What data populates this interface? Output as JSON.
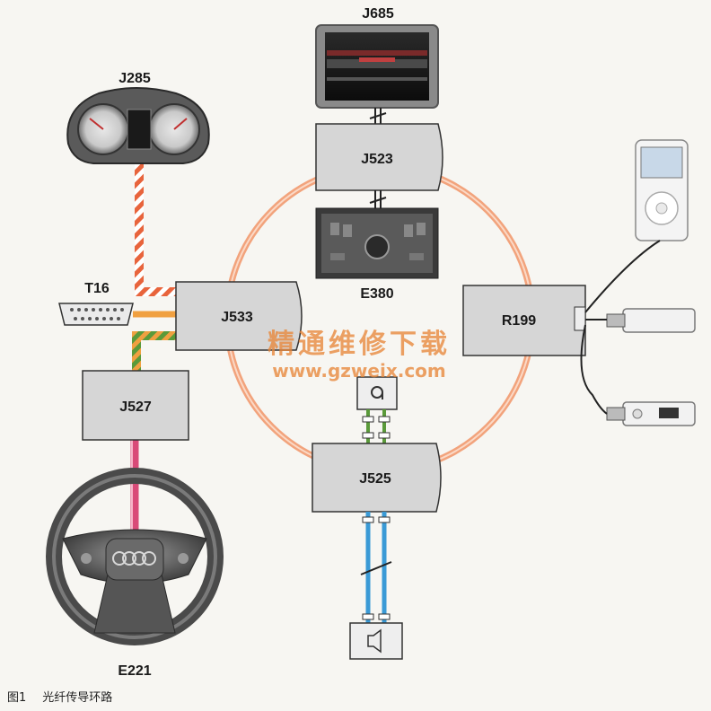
{
  "components": {
    "J685": "J685",
    "J285": "J285",
    "J523": "J523",
    "E380": "E380",
    "T16": "T16",
    "J533": "J533",
    "R199": "R199",
    "J527": "J527",
    "J525": "J525",
    "E221": "E221"
  },
  "watermark": {
    "cn": "精通维修下载",
    "url": "www.gzweix.com"
  },
  "caption": {
    "figure_no": "图1",
    "title": "光纤传导环路"
  },
  "colors": {
    "ring": "#f2a37c",
    "module_fill": "#d6d6d6",
    "can_red": "#e8643c",
    "can_orange": "#f0a040",
    "can_green": "#5a9a3a",
    "pink_line": "#d94a78",
    "blue_line": "#3a9ad6",
    "watermark": "#e8873a"
  }
}
